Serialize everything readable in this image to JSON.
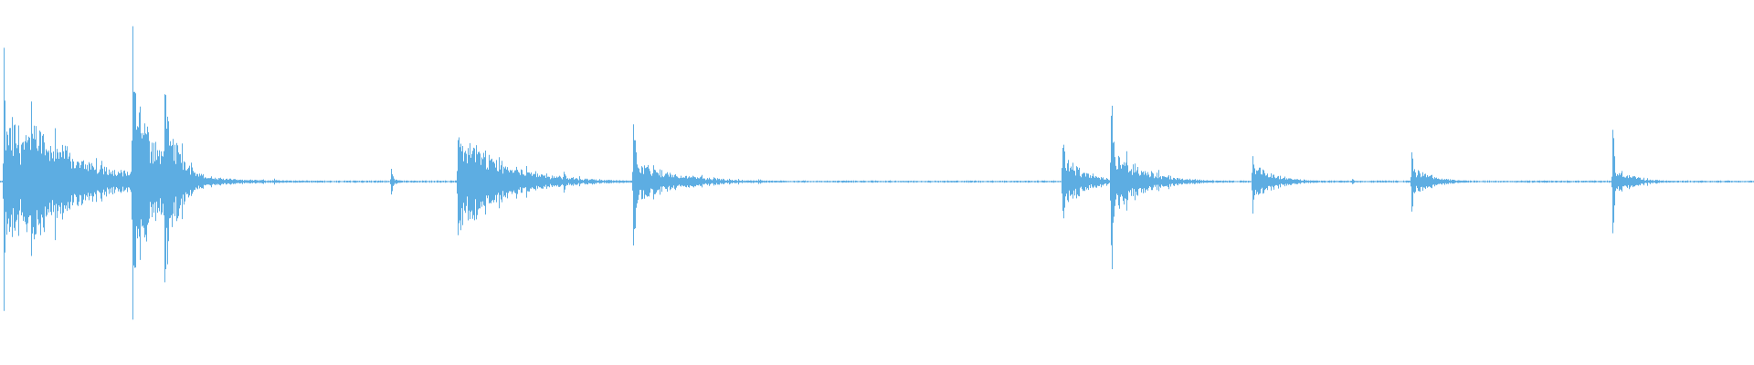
{
  "waveform": {
    "color": "#5dade2",
    "background": "#ffffff",
    "duration": 1920,
    "peak_scale": 160,
    "noise_floor": 1,
    "events": [
      {
        "t": 4,
        "decay": 120,
        "peak": 130,
        "body": 60,
        "sustain": 0.65
      },
      {
        "t": 34,
        "decay": 40,
        "peak": 135,
        "body": 70,
        "sustain": 0.7
      },
      {
        "t": 60,
        "decay": 50,
        "peak": 60,
        "body": 45,
        "sustain": 0.7
      },
      {
        "t": 145,
        "decay": 50,
        "peak": 150,
        "body": 85,
        "sustain": 0.6
      },
      {
        "t": 180,
        "decay": 25,
        "peak": 145,
        "body": 90,
        "sustain": 0.6
      },
      {
        "t": 300,
        "decay": 8,
        "peak": 5,
        "body": 2,
        "sustain": 0.5
      },
      {
        "t": 428,
        "decay": 10,
        "peak": 20,
        "body": 6,
        "sustain": 0.5
      },
      {
        "t": 501,
        "decay": 85,
        "peak": 65,
        "body": 45,
        "sustain": 0.6
      },
      {
        "t": 517,
        "decay": 55,
        "peak": 40,
        "body": 35,
        "sustain": 0.6
      },
      {
        "t": 617,
        "decay": 8,
        "peak": 12,
        "body": 5,
        "sustain": 0.5
      },
      {
        "t": 693,
        "decay": 80,
        "peak": 110,
        "body": 20,
        "sustain": 0.6
      },
      {
        "t": 830,
        "decay": 6,
        "peak": 5,
        "body": 2,
        "sustain": 0.5
      },
      {
        "t": 1163,
        "decay": 40,
        "peak": 70,
        "body": 28,
        "sustain": 0.6
      },
      {
        "t": 1216,
        "decay": 60,
        "peak": 140,
        "body": 35,
        "sustain": 0.55
      },
      {
        "t": 1371,
        "decay": 45,
        "peak": 55,
        "body": 18,
        "sustain": 0.55
      },
      {
        "t": 1480,
        "decay": 6,
        "peak": 4,
        "body": 2,
        "sustain": 0.5
      },
      {
        "t": 1545,
        "decay": 40,
        "peak": 45,
        "body": 15,
        "sustain": 0.55
      },
      {
        "t": 1765,
        "decay": 40,
        "peak": 65,
        "body": 15,
        "sustain": 0.55
      }
    ]
  }
}
